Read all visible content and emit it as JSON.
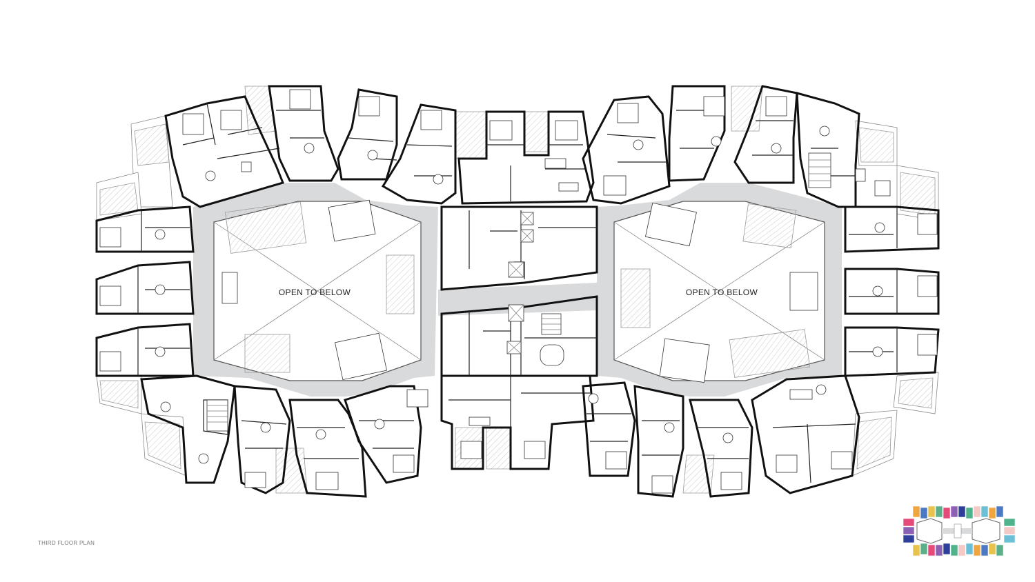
{
  "plan": {
    "title": "THIRD FLOOR PLAN",
    "void_labels": [
      "OPEN TO BELOW",
      "OPEN TO BELOW"
    ]
  },
  "key_plan": {
    "colors": [
      "#f0a640",
      "#4fb38c",
      "#e64a7b",
      "#4c79c4",
      "#f2c9c4",
      "#8b5fb3",
      "#e8c24a",
      "#6bbfd6",
      "#2d3f9a",
      "#5bb08a"
    ]
  }
}
